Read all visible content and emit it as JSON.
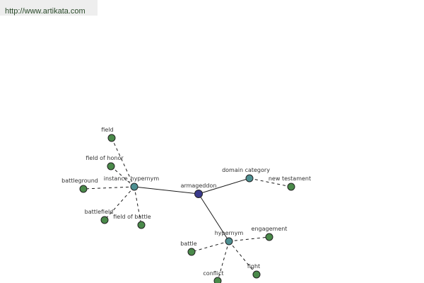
{
  "header": {
    "url_text": "http://www.artikata.com"
  },
  "graph": {
    "colors": {
      "center": "#3a3a8c",
      "relation": "#4d8f91",
      "term": "#4a8a4a"
    },
    "nodes": [
      {
        "id": "armageddon",
        "label": "armageddon",
        "kind": "center"
      },
      {
        "id": "instance-hypernym",
        "label": "instance_hypernym",
        "kind": "relation"
      },
      {
        "id": "domain-category",
        "label": "domain category",
        "kind": "relation"
      },
      {
        "id": "hypernym",
        "label": "hypernym",
        "kind": "relation"
      },
      {
        "id": "field",
        "label": "field",
        "kind": "term"
      },
      {
        "id": "field-of-honor",
        "label": "field of honor",
        "kind": "term"
      },
      {
        "id": "battleground",
        "label": "battleground",
        "kind": "term"
      },
      {
        "id": "battlefield",
        "label": "battlefield",
        "kind": "term"
      },
      {
        "id": "field-of-battle",
        "label": "field of battle",
        "kind": "term"
      },
      {
        "id": "new-testament",
        "label": "new testament",
        "kind": "term"
      },
      {
        "id": "engagement",
        "label": "engagement",
        "kind": "term"
      },
      {
        "id": "battle",
        "label": "battle",
        "kind": "term"
      },
      {
        "id": "conflict",
        "label": "conflict",
        "kind": "term"
      },
      {
        "id": "fight",
        "label": "fight",
        "kind": "term"
      }
    ],
    "edges": [
      {
        "from": "armageddon",
        "to": "instance-hypernym",
        "style": "solid"
      },
      {
        "from": "armageddon",
        "to": "domain-category",
        "style": "solid"
      },
      {
        "from": "armageddon",
        "to": "hypernym",
        "style": "solid"
      },
      {
        "from": "instance-hypernym",
        "to": "field",
        "style": "dashed"
      },
      {
        "from": "instance-hypernym",
        "to": "field-of-honor",
        "style": "dashed"
      },
      {
        "from": "instance-hypernym",
        "to": "battleground",
        "style": "dashed"
      },
      {
        "from": "instance-hypernym",
        "to": "battlefield",
        "style": "dashed"
      },
      {
        "from": "instance-hypernym",
        "to": "field-of-battle",
        "style": "dashed"
      },
      {
        "from": "domain-category",
        "to": "new-testament",
        "style": "dashed"
      },
      {
        "from": "hypernym",
        "to": "engagement",
        "style": "dashed"
      },
      {
        "from": "hypernym",
        "to": "battle",
        "style": "dashed"
      },
      {
        "from": "hypernym",
        "to": "conflict",
        "style": "dashed"
      },
      {
        "from": "hypernym",
        "to": "fight",
        "style": "dashed"
      }
    ]
  }
}
